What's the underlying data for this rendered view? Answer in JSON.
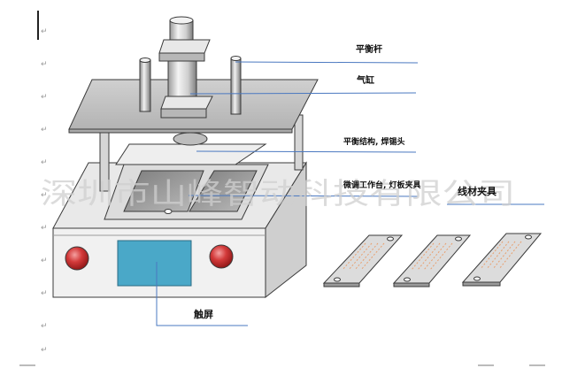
{
  "labels": {
    "balance_rod": "平衡杆",
    "cylinder": "气缸",
    "balance_structure": "平衡结构, 焊锡头",
    "fixture": "微调工作台, 灯板夹具",
    "wire_fixture": "线材夹具",
    "touchscreen": "触屏"
  },
  "watermark": "深圳市山峰智动科技有限公司",
  "paragraph_mark": "↵",
  "colors": {
    "leader_line": "#4a78c0",
    "screen": "#4aa8c8",
    "button": "#c0282c",
    "wire_stripe": "#e8a070",
    "machine_face": "#f1f1f1"
  }
}
